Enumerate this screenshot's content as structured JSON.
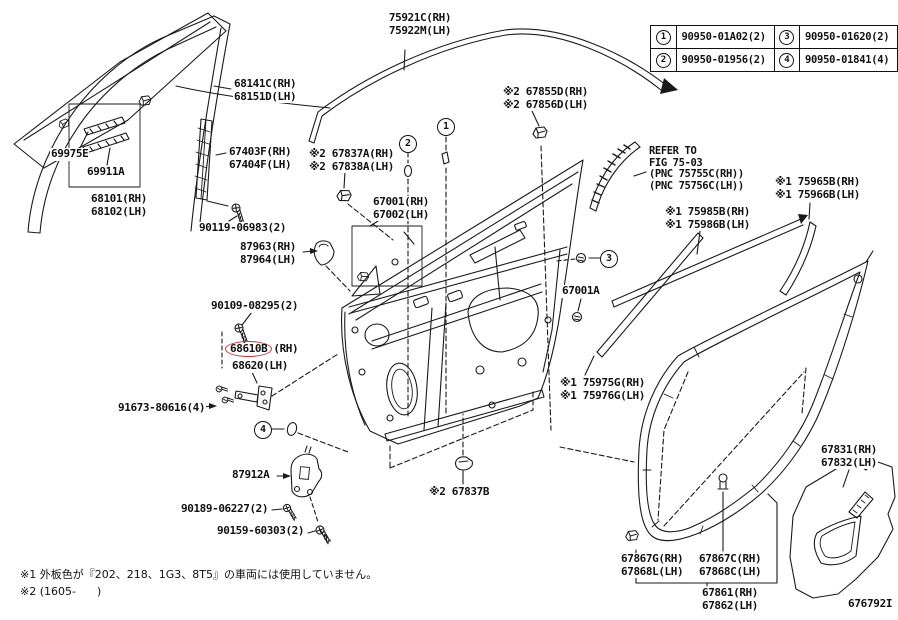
{
  "doc": {
    "figure_code": "676792I"
  },
  "fastener_table": {
    "items": [
      {
        "num": "1",
        "part": "90950-01A02(2)"
      },
      {
        "num": "2",
        "part": "90950-01956(2)"
      },
      {
        "num": "3",
        "part": "90950-01620(2)"
      },
      {
        "num": "4",
        "part": "90950-01841(4)"
      }
    ]
  },
  "callouts": {
    "c1": "1",
    "c2": "2",
    "c3": "3",
    "c4": "4"
  },
  "labels": {
    "p75921": [
      "75921C(RH)",
      "75922M(LH)"
    ],
    "p68141": [
      "68141C(RH)",
      "68151D(LH)"
    ],
    "p69975": [
      "69975E"
    ],
    "p69911": [
      "69911A"
    ],
    "p68101": [
      "68101(RH)",
      "68102(LH)"
    ],
    "p67403": [
      "67403F(RH)",
      "67404F(LH)"
    ],
    "p67837a": [
      "※2 67837A(RH)",
      "※2 67838A(LH)"
    ],
    "p67001": [
      "67001(RH)",
      "67002(LH)"
    ],
    "p67855": [
      "※2 67855D(RH)",
      "※2 67856D(LH)"
    ],
    "refer": [
      "REFER TO",
      "FIG 75-03",
      "(PNC 75755C(RH))",
      "(PNC 75756C(LH))"
    ],
    "p75965": [
      "※1 75965B(RH)",
      "※1 75966B(LH)"
    ],
    "p75985": [
      "※1 75985B(RH)",
      "※1 75986B(LH)"
    ],
    "p90119": [
      "90119-06983(2)"
    ],
    "p87963": [
      "87963(RH)",
      "87964(LH)"
    ],
    "p90109": [
      "90109-08295(2)"
    ],
    "p68610_main": "68610B",
    "p68610_suffix": "(RH)",
    "p68620": "68620(LH)",
    "p91673": [
      "91673-80616(4)"
    ],
    "p67001a": [
      "67001A"
    ],
    "p75975": [
      "※1 75975G(RH)",
      "※1 75976G(LH)"
    ],
    "p87912": [
      "87912A"
    ],
    "p90189": [
      "90189-06227(2)"
    ],
    "p90159": [
      "90159-60303(2)"
    ],
    "p67837b": [
      "※2 67837B"
    ],
    "p67831": [
      "67831(RH)",
      "67832(LH)"
    ],
    "p67867g": [
      "67867G(RH)",
      "67868L(LH)"
    ],
    "p67867c": [
      "67867C(RH)",
      "67868C(LH)"
    ],
    "p67861": [
      "67861(RH)",
      "67862(LH)"
    ]
  },
  "notes": [
    "※1 外板色が『202、218、1G3、8T5』の車両には使用していません。",
    "※2 (1605-      )"
  ],
  "colors": {
    "line": "#1a1a1a",
    "highlight": "#cc3333",
    "background": "#ffffff"
  }
}
